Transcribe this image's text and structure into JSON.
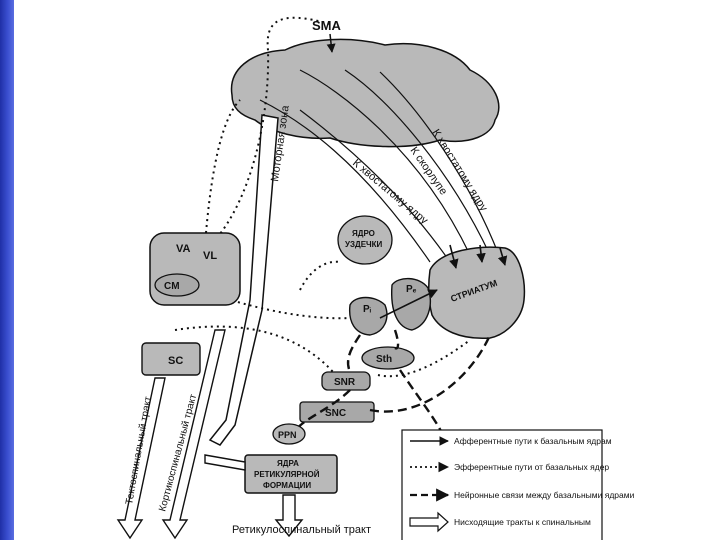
{
  "nodes": {
    "sma": "SMA",
    "va": "VA",
    "vl": "VL",
    "cm": "CM",
    "habenula_nucleus": "ЯДРО УЗДЕЧКИ",
    "pi": "Pᵢ",
    "pe": "Pₑ",
    "striatum": "СТРИАТУМ",
    "sc": "SC",
    "sth": "Sth",
    "snr": "SNR",
    "snc": "SNC",
    "ppn": "PPN",
    "reticular_formation": "ЯДРА РЕТИКУЛЯРНОЙ ФОРМАЦИИ"
  },
  "pathway_labels": {
    "motor_zone": "Моторная зона",
    "to_caudate_1": "К хвостатому ядру",
    "to_putamen": "К скорлупе",
    "to_caudate_2": "К хвостатому ядру",
    "tectospinal": "Тектоспинальный тракт",
    "corticospinal": "Кортикоспинальный тракт",
    "reticulospinal": "Ретикулоспинальный тракт"
  },
  "legend": [
    {
      "style": "solid",
      "text": "Афферентные пути к базальным ядрам"
    },
    {
      "style": "dotted",
      "text": "Эфферентные пути от базальных ядер"
    },
    {
      "style": "dashed",
      "text": "Нейронные связи между базальными ядрами"
    },
    {
      "style": "hollow",
      "text": "Нисходящие тракты к спинальным"
    }
  ],
  "colors": {
    "side_band": "#2b3cc0",
    "region_fill": "#b9b9b9",
    "nucleus_fill": "#a8a8a8",
    "ink": "#111111"
  }
}
